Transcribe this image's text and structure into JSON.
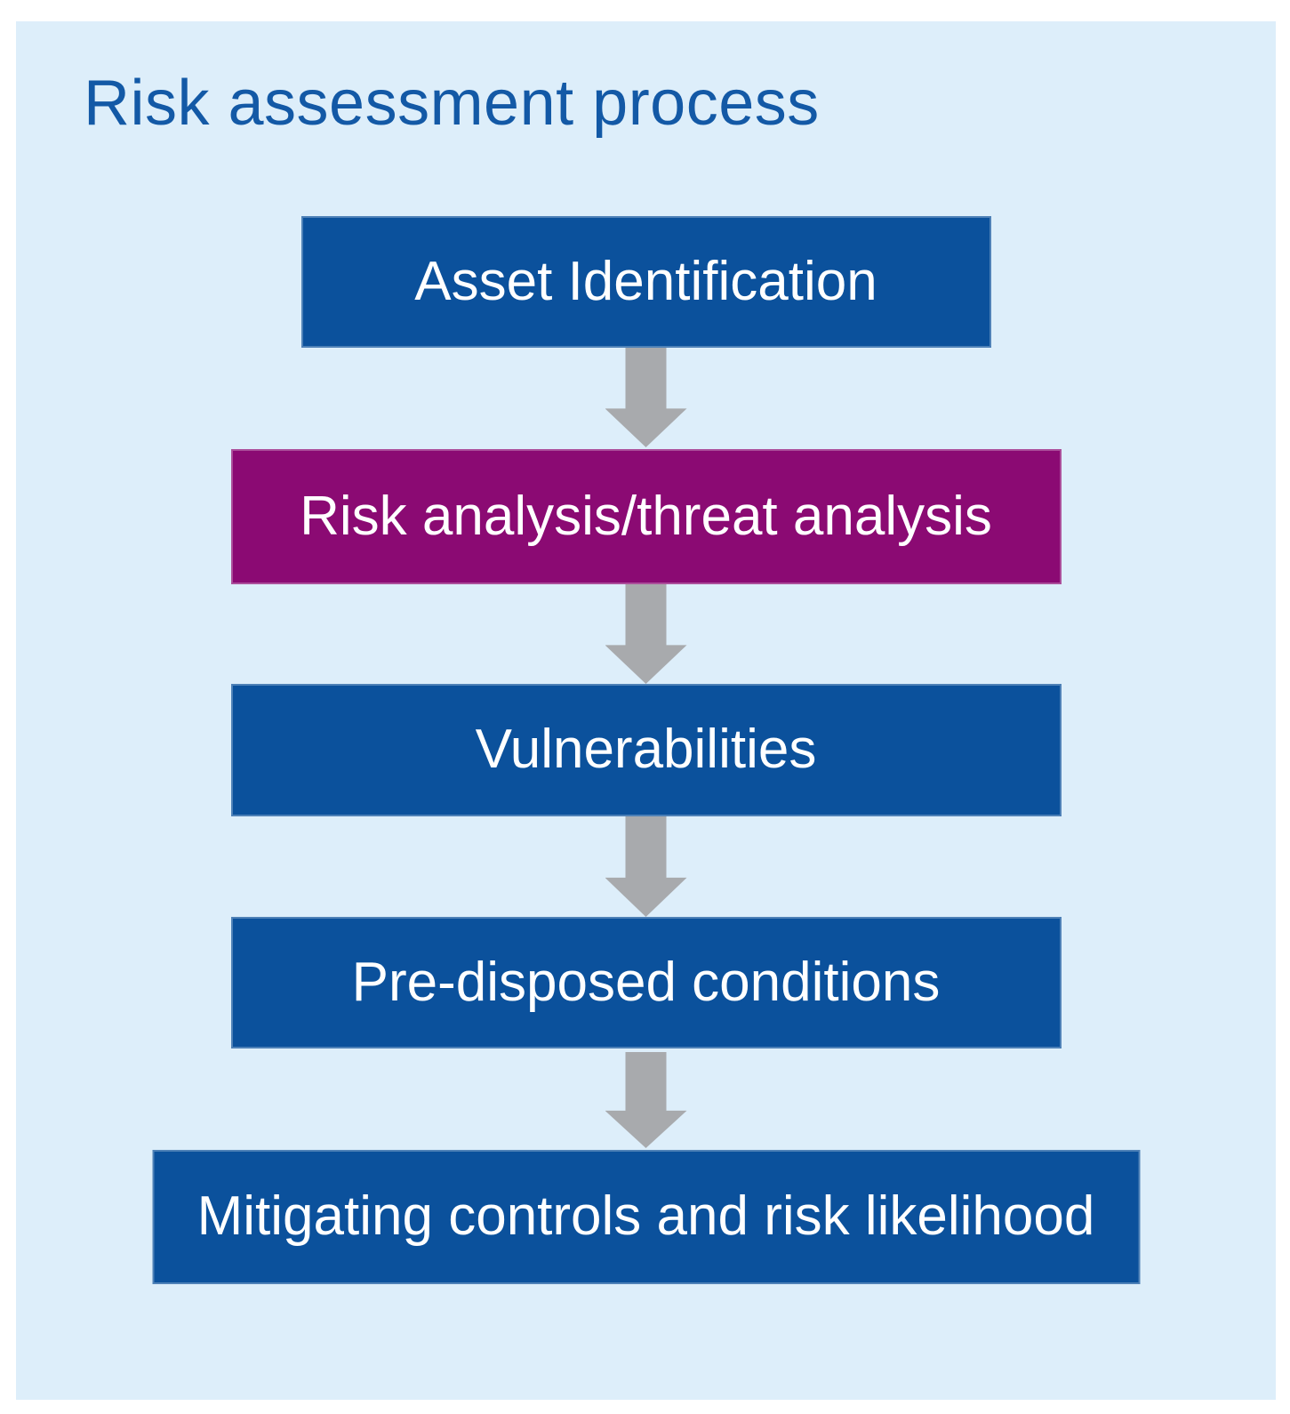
{
  "title": "Risk assessment process",
  "colors": {
    "page_background": "#ffffff",
    "panel_background": "#ddeefa",
    "title_text": "#1359a6",
    "step_blue": "#0b519c",
    "step_purple": "#8b0a73",
    "arrow_gray": "#a8aaad",
    "step_text": "#ffffff"
  },
  "flow": {
    "connector_icon": "down-arrow",
    "steps": [
      {
        "label": "Asset Identification",
        "fill": "#0b519c"
      },
      {
        "label": "Risk analysis/threat analysis",
        "fill": "#8b0a73"
      },
      {
        "label": "Vulnerabilities",
        "fill": "#0b519c"
      },
      {
        "label": "Pre-disposed conditions",
        "fill": "#0b519c"
      },
      {
        "label": "Mitigating controls and risk likelihood",
        "fill": "#0b519c"
      }
    ]
  }
}
